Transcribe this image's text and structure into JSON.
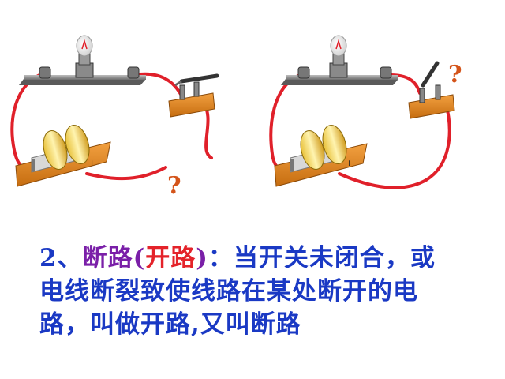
{
  "diagram": {
    "question_mark": "?",
    "plus_sign": "+"
  },
  "text": {
    "line1_number": "2、",
    "line1_term": "断路(",
    "line1_alias": "开路",
    "line1_close": ")",
    "line1_rest": "：当开关未闭合，或",
    "line2": "电线断裂致使线路在某处断开的电",
    "line3": "路，叫做开路,又叫断路"
  },
  "colors": {
    "wire": "#e0202a",
    "base": "#d9821a",
    "text_blue": "#1a39c4",
    "text_purple": "#7a1fa8",
    "text_red": "#e4232a",
    "question": "#d4541a"
  }
}
